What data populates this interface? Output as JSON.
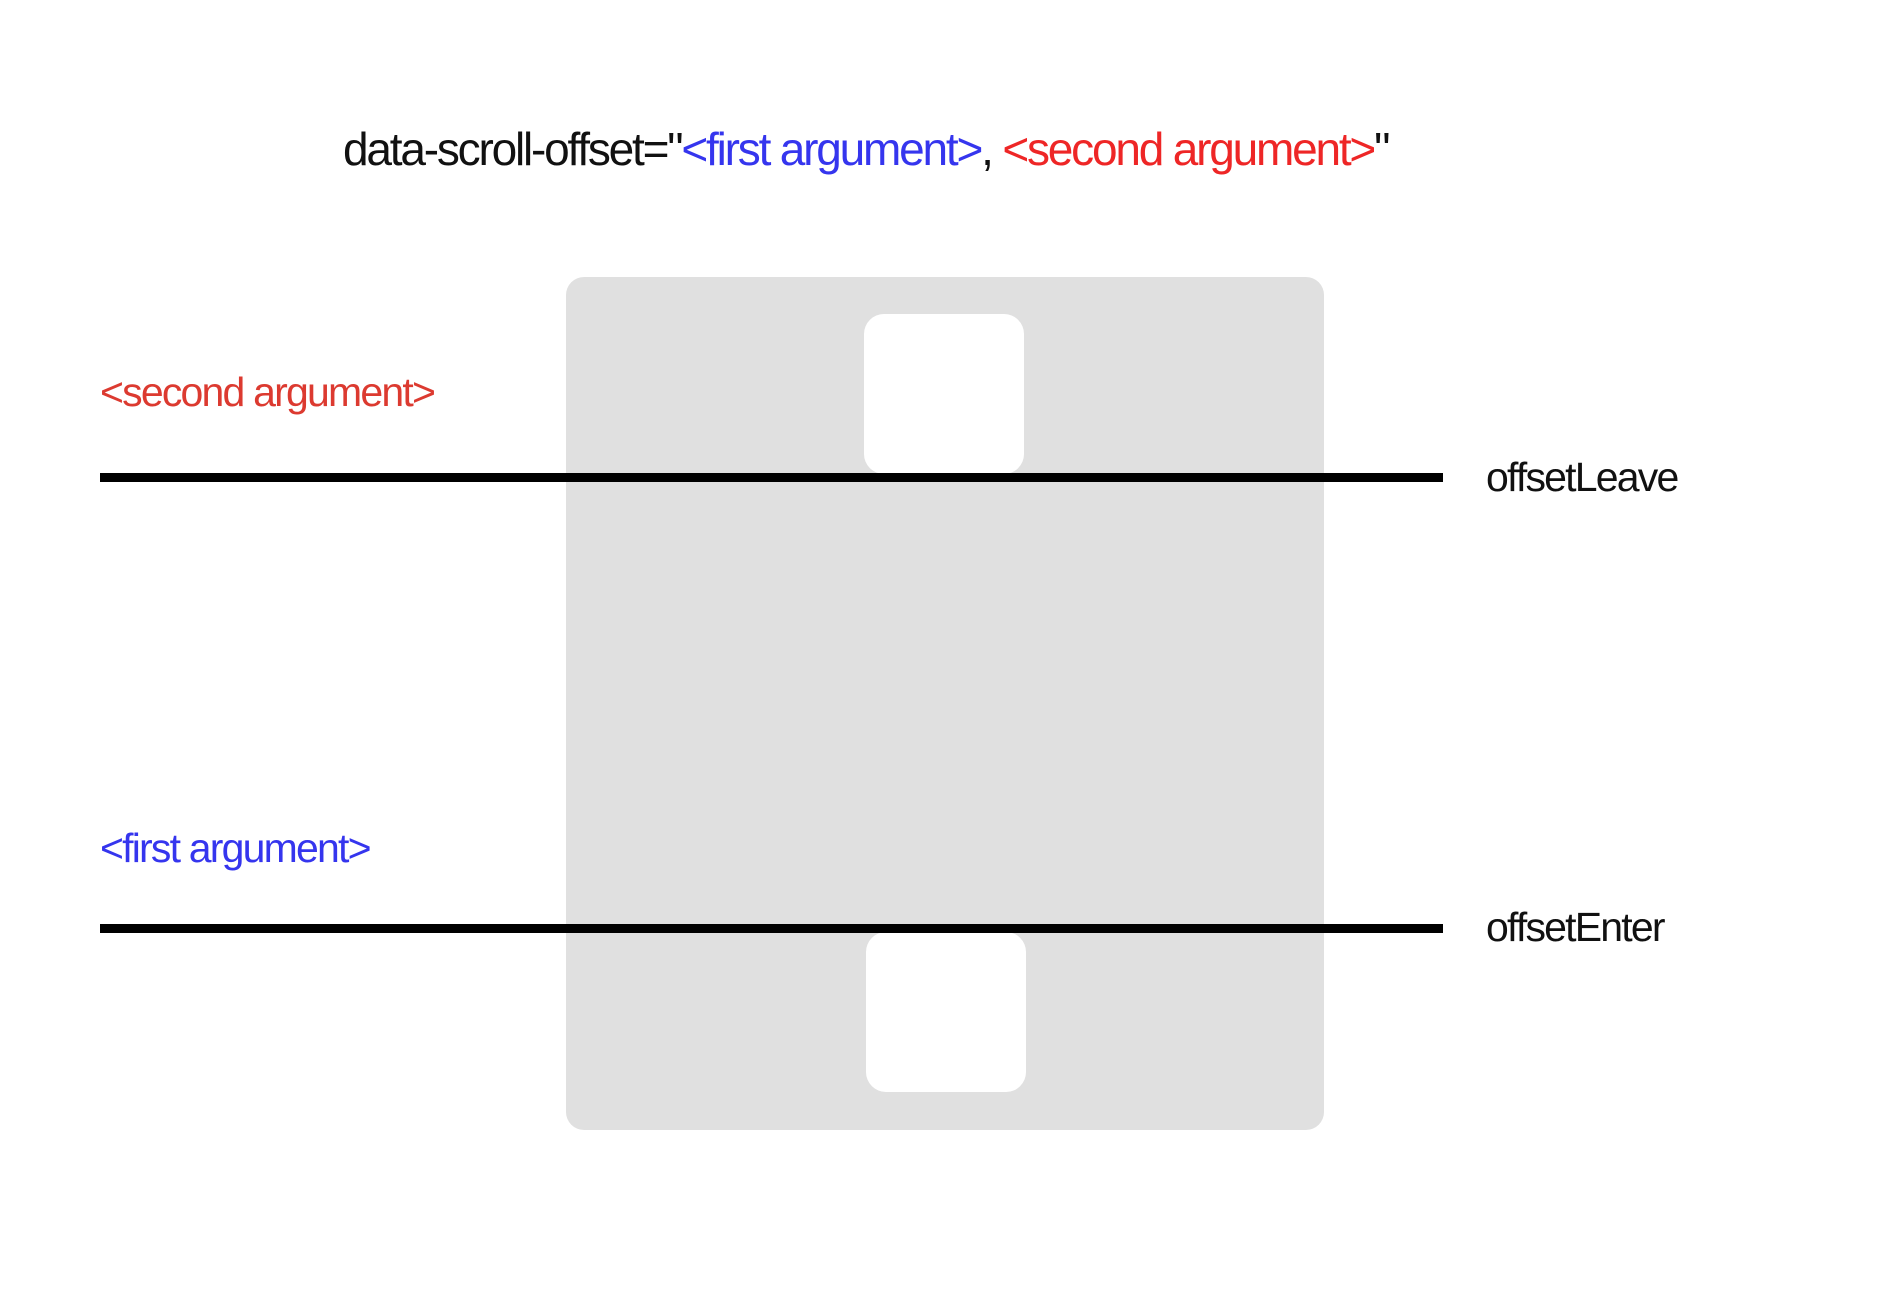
{
  "title": {
    "prefix": "data-scroll-offset=\"",
    "first_argument": "<first argument>",
    "separator": ", ",
    "second_argument": "<second argument>",
    "suffix": "\""
  },
  "labels": {
    "second_argument": "<second argument>",
    "first_argument": "<first argument>",
    "offset_leave": "offsetLeave",
    "offset_enter": "offsetEnter"
  },
  "colors": {
    "first_argument": "#3535ee",
    "second_argument_title": "#ee2626",
    "second_argument_label": "#dc3a30",
    "text": "#111111",
    "line": "#000000",
    "viewport_box": "#e0e0e0",
    "element_box": "#ffffff"
  }
}
